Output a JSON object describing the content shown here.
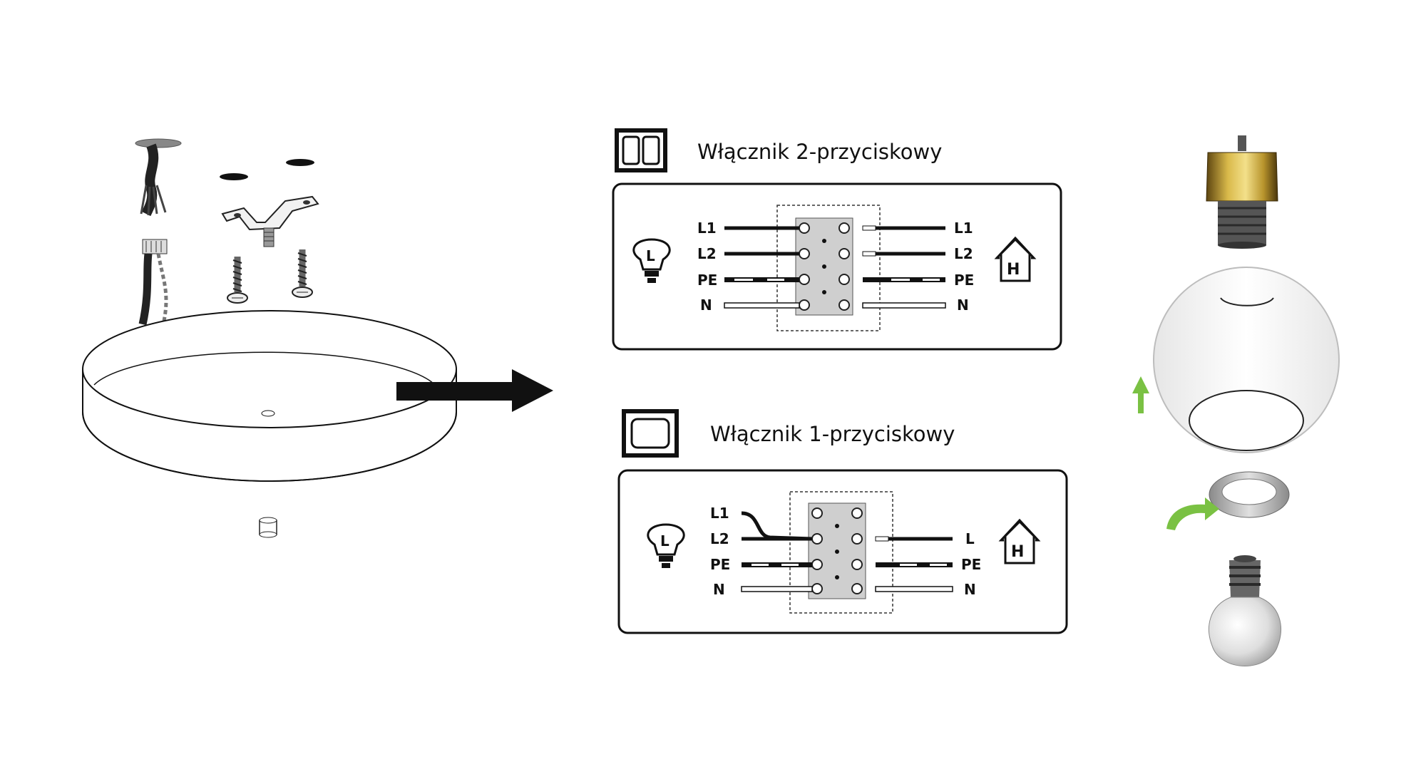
{
  "switch_two_button": {
    "title": "Włącznik 2-przyciskowy",
    "left_labels": [
      "L1",
      "L2",
      "PE",
      "N"
    ],
    "right_labels": [
      "L1",
      "L2",
      "PE",
      "N"
    ],
    "lamp_symbol": "L",
    "house_symbol": "H"
  },
  "switch_one_button": {
    "title": "Włącznik 1-przyciskowy",
    "left_labels": [
      "L1",
      "L2",
      "PE",
      "N"
    ],
    "right_labels": [
      "L",
      "PE",
      "N"
    ],
    "lamp_symbol": "L",
    "house_symbol": "H"
  },
  "icons": [
    "ceiling-canopy",
    "mounting-bracket",
    "screw-icon",
    "arrow-right-icon",
    "lamp-icon",
    "house-icon",
    "lamp-holder",
    "glass-globe",
    "lock-ring",
    "light-bulb",
    "arrow-up-icon",
    "curved-arrow-icon"
  ],
  "colors": {
    "line": "#111111",
    "terminal": "#cfcfcf",
    "accent_green": "#7ac143",
    "brass": "#b8942c"
  }
}
